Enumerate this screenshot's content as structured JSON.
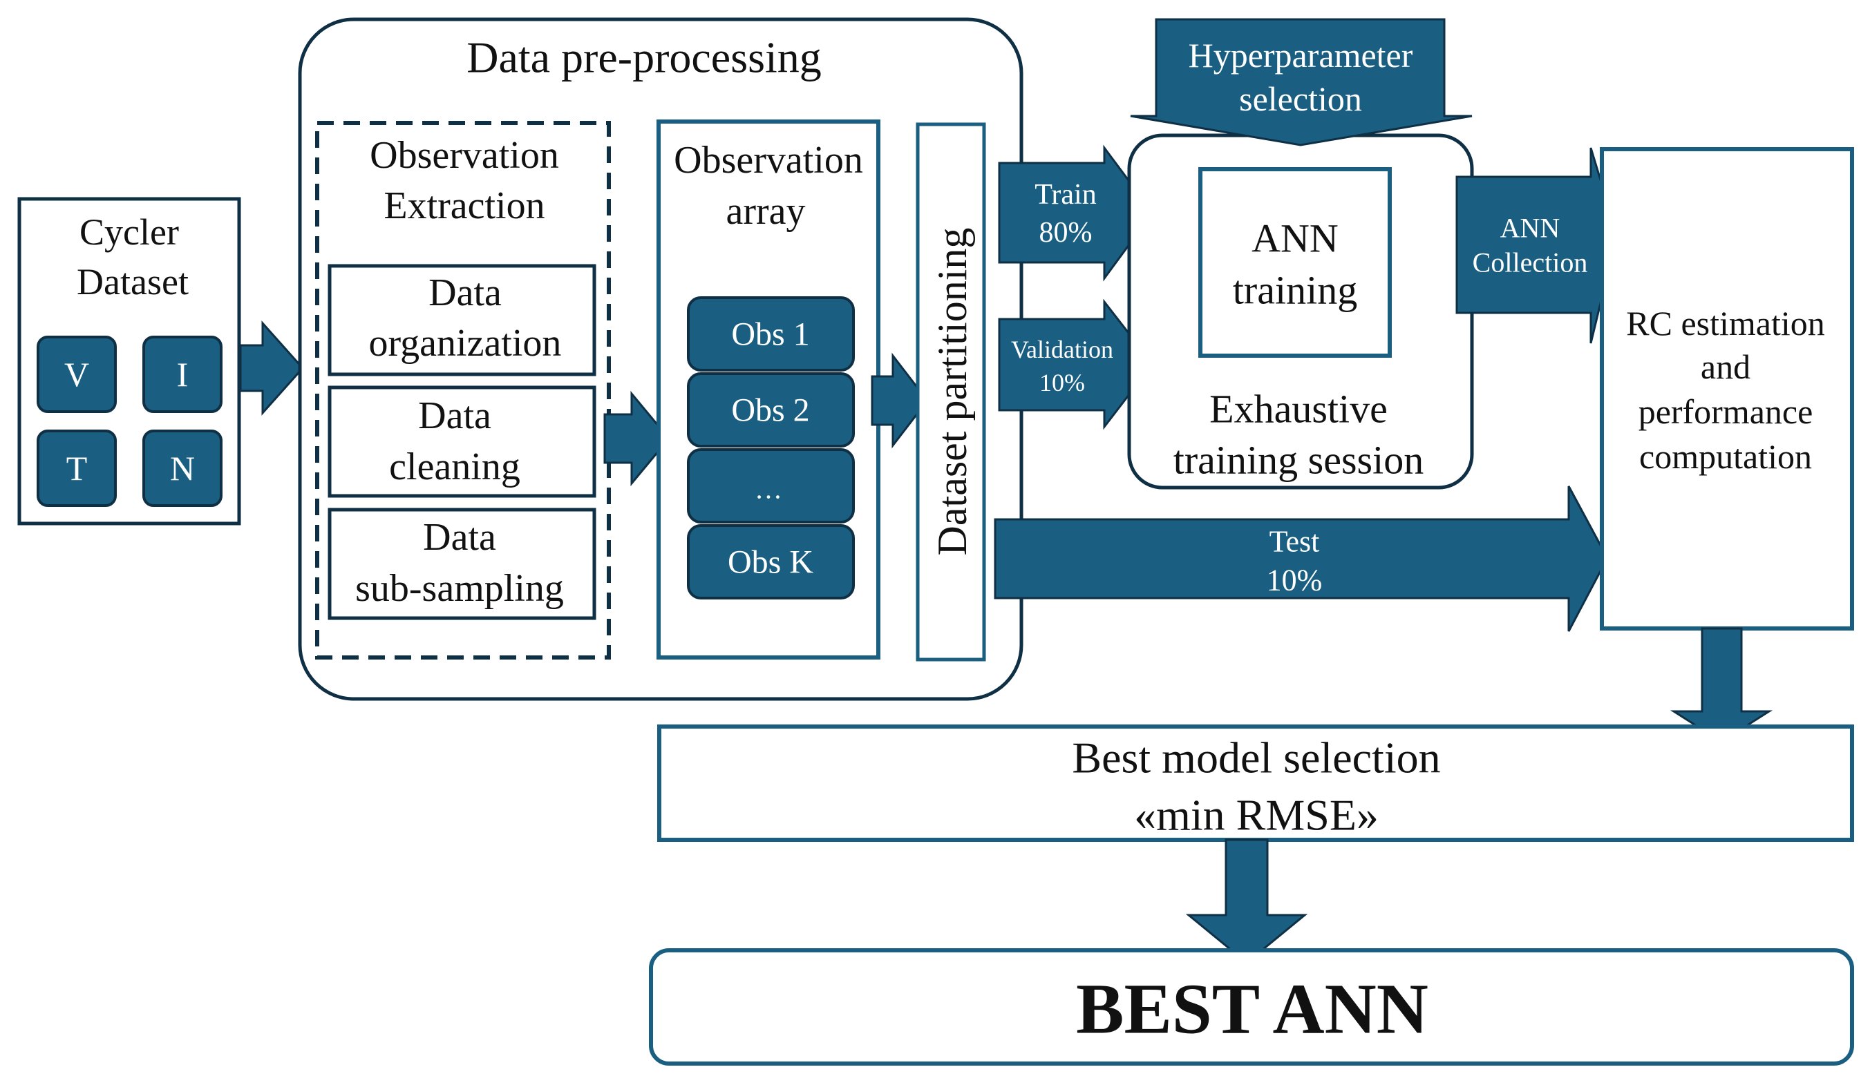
{
  "colors": {
    "accent": "#1a5f82",
    "border_dark": "#0f2f45",
    "background": "#ffffff",
    "text": "#111111",
    "arrow_text": "#ffffff"
  },
  "dataset": {
    "title_line1": "Cycler",
    "title_line2": "Dataset",
    "tiles": [
      "V",
      "I",
      "T",
      "N"
    ]
  },
  "preprocessing": {
    "title": "Data pre-processing",
    "extraction": {
      "title_line1": "Observation",
      "title_line2": "Extraction",
      "steps": [
        {
          "line1": "Data",
          "line2": "organization"
        },
        {
          "line1": "Data",
          "line2": "cleaning"
        },
        {
          "line1": "Data",
          "line2": "sub-sampling"
        }
      ]
    },
    "array": {
      "title_line1": "Observation",
      "title_line2": "array",
      "items": [
        "Obs 1",
        "Obs 2",
        "…",
        "Obs K"
      ]
    },
    "partitioning_label": "Dataset partitioning"
  },
  "splits": {
    "train": {
      "line1": "Train",
      "line2": "80%"
    },
    "validation": {
      "line1": "Validation",
      "line2": "10%"
    },
    "test": {
      "line1": "Test",
      "line2": "10%"
    }
  },
  "hyperparameter": {
    "line1": "Hyperparameter",
    "line2": "selection"
  },
  "training_session": {
    "inner_line1": "ANN",
    "inner_line2": "training",
    "caption_line1": "Exhaustive",
    "caption_line2": "training session"
  },
  "ann_collection": {
    "line1": "ANN",
    "line2": "Collection"
  },
  "rc_estimation": {
    "lines": [
      "RC estimation",
      "and",
      "performance",
      "computation"
    ]
  },
  "best_model": {
    "line1": "Best model selection",
    "line2": "«min RMSE»"
  },
  "result": {
    "label": "BEST ANN"
  }
}
